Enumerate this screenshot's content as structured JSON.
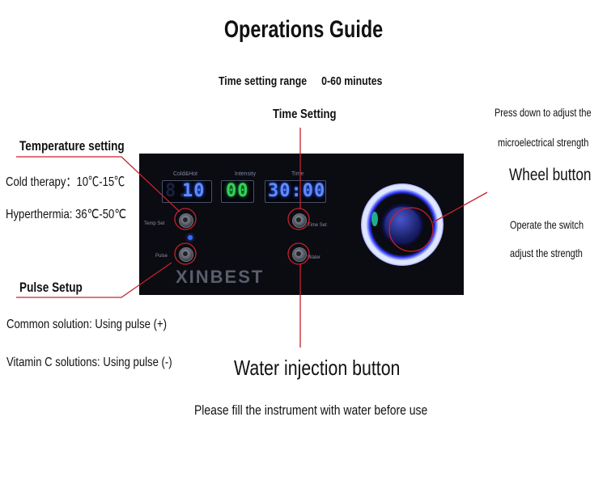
{
  "title": "Operations Guide",
  "time_range": {
    "label": "Time setting range",
    "value": "0-60 minutes"
  },
  "time_setting": "Time Setting",
  "temperature": {
    "title": "Temperature setting",
    "cold": "Cold therapy：10℃-15℃",
    "hyper": "Hyperthermia: 36℃-50℃"
  },
  "pulse": {
    "title": "Pulse Setup",
    "common": "Common solution:  Using pulse (+)",
    "vitamin_c": "Vitamin C solutions: Using pulse  (-)"
  },
  "wheel": {
    "note_line1": "Press down to adjust the",
    "note_line2": "microelectrical strength",
    "title": "Wheel button",
    "note_line3": "Operate the switch",
    "note_line4": "adjust the strength"
  },
  "water": {
    "title": "Water injection button",
    "note": "Please fill the instrument with water before use"
  },
  "device": {
    "brand": "XINBEST",
    "labels": {
      "coldhot": "Cold&Hot",
      "intensity": "Intensity",
      "time": "Time"
    },
    "displays": {
      "temp": "10",
      "temp_dim": "8.",
      "intensity": "00",
      "time": "30:00"
    },
    "knob_labels": {
      "temp_set": "Temp Set",
      "pulse": "Pulse",
      "time_set": "Time Set",
      "water": "Water"
    }
  },
  "colors": {
    "leader_line": "#c8202a",
    "blue_digits": "#5d8cff",
    "green_digits": "#32d45a",
    "panel": "#0b0b12"
  }
}
